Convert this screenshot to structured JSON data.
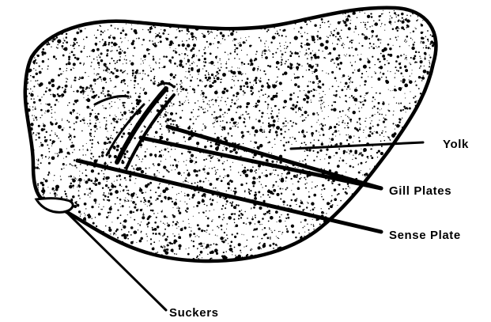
{
  "labels": {
    "yolk": "Yolk",
    "gill_plates": "Gill Plates",
    "sense_plate": "Sense Plate",
    "suckers": "Suckers"
  },
  "colors": {
    "ink": "#000000",
    "paper": "#ffffff"
  }
}
